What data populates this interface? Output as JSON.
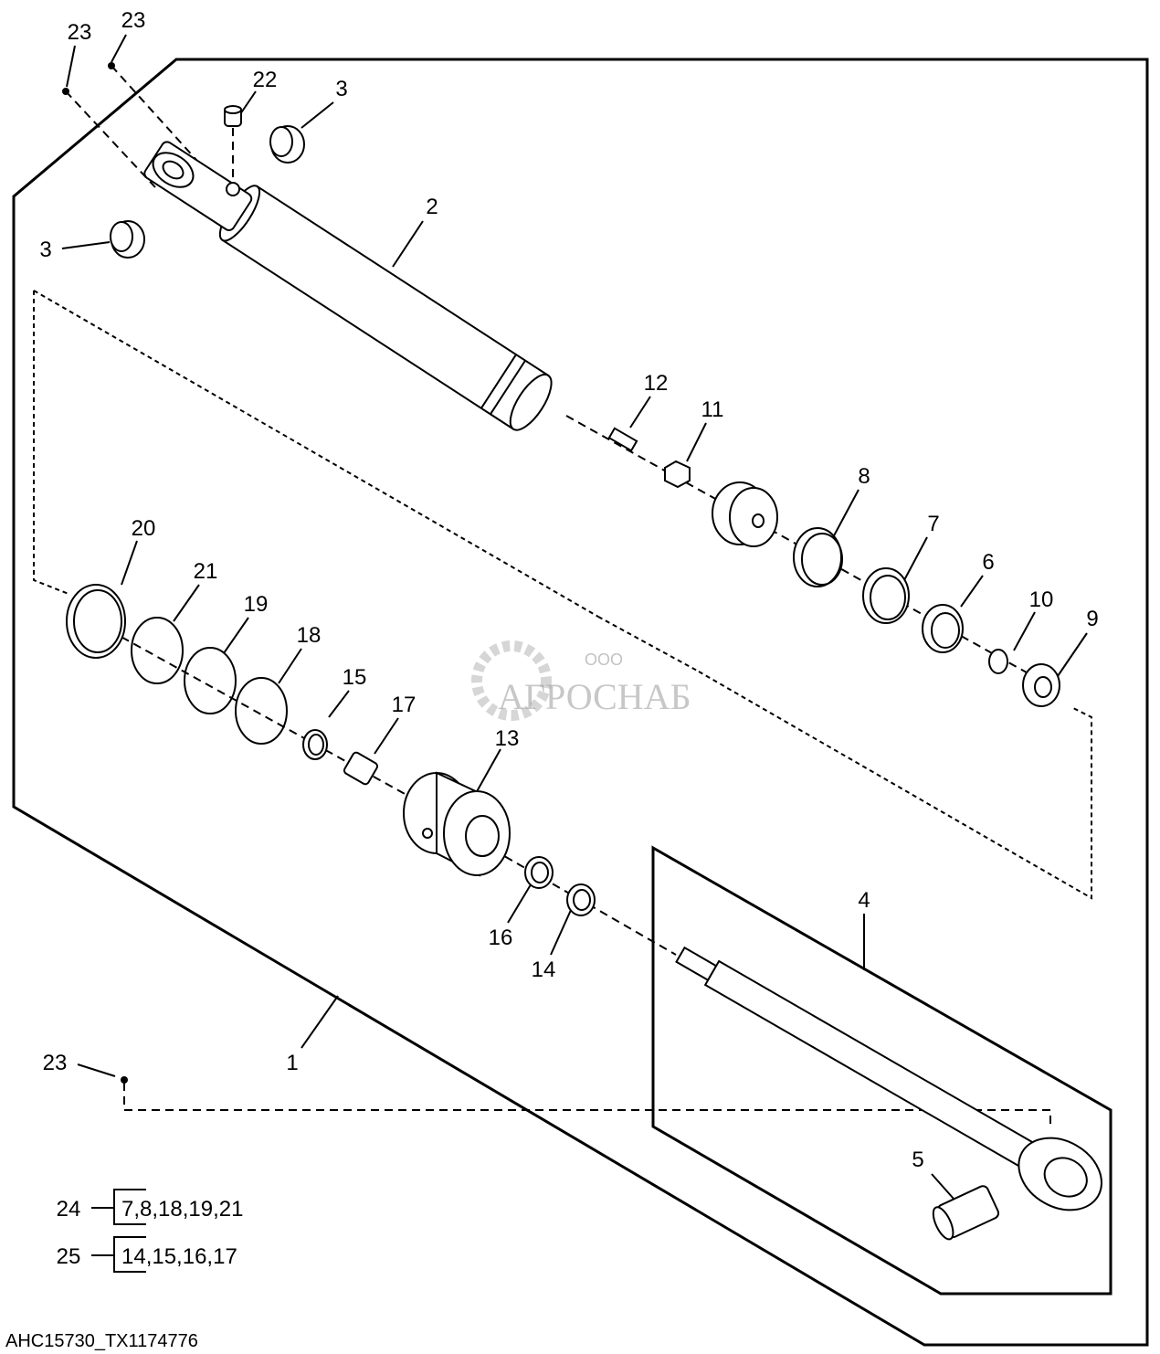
{
  "diagram": {
    "title_code": "AHC15730_TX1174776",
    "callouts": {
      "p1": "1",
      "p2": "2",
      "p3a": "3",
      "p3b": "3",
      "p4": "4",
      "p5": "5",
      "p6": "6",
      "p7": "7",
      "p8": "8",
      "p9": "9",
      "p10": "10",
      "p11": "11",
      "p12": "12",
      "p13": "13",
      "p14": "14",
      "p15": "15",
      "p16": "16",
      "p17": "17",
      "p18": "18",
      "p19": "19",
      "p20": "20",
      "p21": "21",
      "p22": "22",
      "p23a": "23",
      "p23b": "23",
      "p23c": "23"
    },
    "kits": [
      {
        "id": "24",
        "contents": "7,8,18,19,21"
      },
      {
        "id": "25",
        "contents": "14,15,16,17"
      }
    ]
  },
  "watermark": {
    "prefix": "ООО",
    "name": "АГРОСНАБ"
  }
}
